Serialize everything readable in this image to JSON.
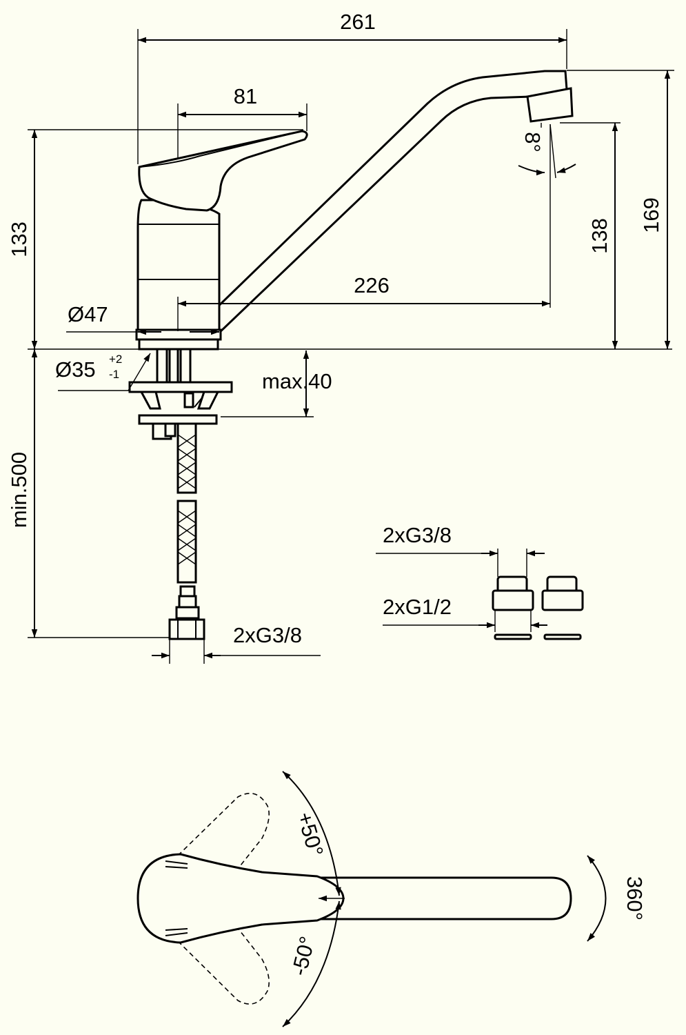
{
  "dimensions": {
    "width_total": "261",
    "handle_length": "81",
    "height_handle": "133",
    "spout_reach": "226",
    "spout_height": "138",
    "total_height": "169",
    "spout_angle": "8°",
    "body_diameter": "Ø47",
    "hole_diameter": "Ø35",
    "hole_tol_plus": "+2",
    "hole_tol_minus": "-1",
    "max_thickness": "max.40",
    "hose_length": "min.500",
    "hose_thread": "2xG3/8"
  },
  "adapters": {
    "thread_small": "2xG3/8",
    "thread_large": "2xG1/2"
  },
  "rotation": {
    "handle_plus": "+50°",
    "handle_minus": "-50°",
    "spout": "360°"
  }
}
